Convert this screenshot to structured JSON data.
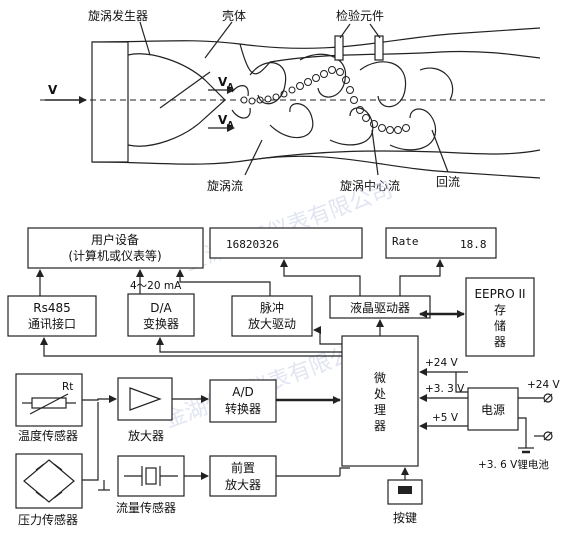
{
  "top_diagram": {
    "label_vortex_generator": "旋涡发生器",
    "label_shell": "壳体",
    "label_detector": "检验元件",
    "label_v": "V",
    "label_va_upper": "V",
    "label_va_upper_sub": "A",
    "label_va_lower": "V",
    "label_va_lower_sub": "A",
    "label_vortex_flow": "旋涡流",
    "label_vortex_center": "旋涡中心流",
    "label_backflow": "回流"
  },
  "block_diagram": {
    "user_device_line1": "用户设备",
    "user_device_line2": "(计算机或仪表等)",
    "display_count": "16820326",
    "rate_label": "Rate",
    "rate_value": "18.8",
    "rs485_line1": "Rs485",
    "rs485_line2": "通讯接口",
    "current_range": "4～20 mA",
    "da_line1": "D/A",
    "da_line2": "变换器",
    "pulse_line1": "脉冲",
    "pulse_line2": "放大驱动",
    "lcd_driver": "液晶驱动器",
    "eeprom_line1": "EEPRO II",
    "eeprom_line2": "存",
    "eeprom_line3": "储",
    "eeprom_line4": "器",
    "rt_label": "Rt",
    "temp_sensor": "温度传感器",
    "amplifier": "放大器",
    "ad_line1": "A/D",
    "ad_line2": "转换器",
    "mcu_line1": "微",
    "mcu_line2": "处",
    "mcu_line3": "理",
    "mcu_line4": "器",
    "v24_a": "+24 V",
    "v33": "+3. 3 V",
    "v5": "+5 V",
    "v24_b": "+24 V",
    "power_supply": "电源",
    "battery": "+3. 6 V锂电池",
    "pressure_sensor": "压力传感器",
    "flow_sensor": "流量传感器",
    "preamp_line1": "前置",
    "preamp_line2": "放大器",
    "keypad": "按键"
  },
  "watermark_top": "金湖亿嘉仪表有限公司",
  "watermark_bottom": "金湖亿嘉仪表有限公司"
}
